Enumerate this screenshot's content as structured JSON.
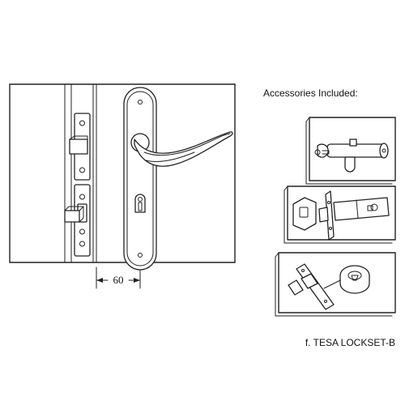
{
  "accessories_heading": "Accessories Included:",
  "dimension_label": "60",
  "caption": "f. TESA LOCKSET-B",
  "icons": {
    "main": "lockset-installation-diagram",
    "cylinder": "euro-cylinder-with-key-icon",
    "latch": "tubular-latch-icon",
    "strike": "strike-plate-with-escutcheon-icon"
  }
}
